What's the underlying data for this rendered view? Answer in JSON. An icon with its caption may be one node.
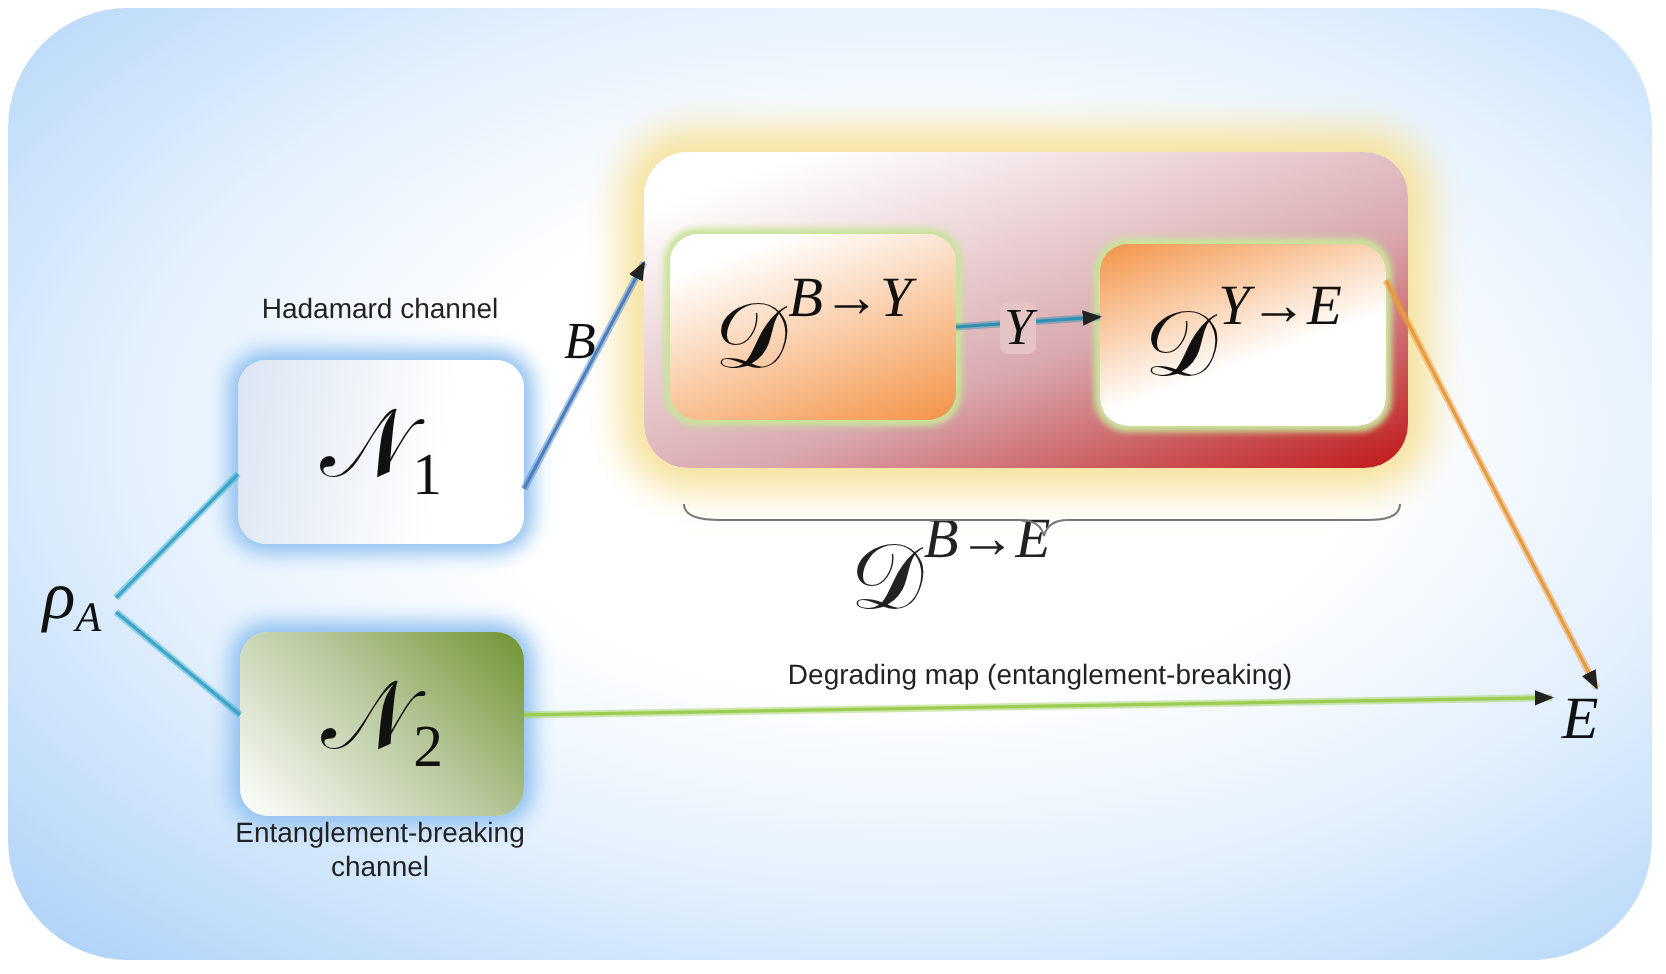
{
  "diagram": {
    "nodes": [
      {
        "text": [
          "ρ$_{A}$"
        ]
      },
      {
        "text": [
          "𝒩$_{1}$"
        ],
        "beside": [
          "Hadamard channel"
        ]
      },
      {
        "text": [
          "𝒩$_{2}$"
        ],
        "beside": [
          "Entanglement-breaking channel"
        ]
      },
      {
        "text": [],
        "shape": "box",
        "beside": [
          "𝒟$^{B→E}$",
          "Degrading map (entanglement-breaking)"
        ]
      },
      {
        "text": [
          "𝒟$^{B→Y}$"
        ],
        "in": 3
      },
      {
        "text": [
          "𝒟$^{Y→E}$"
        ],
        "in": 3
      },
      {
        "text": [
          "E"
        ]
      }
    ],
    "edges": [
      {
        "from": 0,
        "to": 1,
        "arrow": "none",
        "color": "#3aa6c8"
      },
      {
        "from": 0,
        "to": 2,
        "arrow": "none",
        "color": "#3aa6c8"
      },
      {
        "from": 1,
        "to": 3,
        "arrow": "to",
        "label": "B",
        "color": "#4a7fc0"
      },
      {
        "from": 4,
        "to": 5,
        "arrow": "to",
        "label": "Y",
        "color": "#2f8fb0"
      },
      {
        "from": 5,
        "to": 6,
        "arrow": "to",
        "color": "#e89a3c"
      },
      {
        "from": 2,
        "to": 6,
        "arrow": "to",
        "color": "#9ccc50"
      }
    ]
  }
}
